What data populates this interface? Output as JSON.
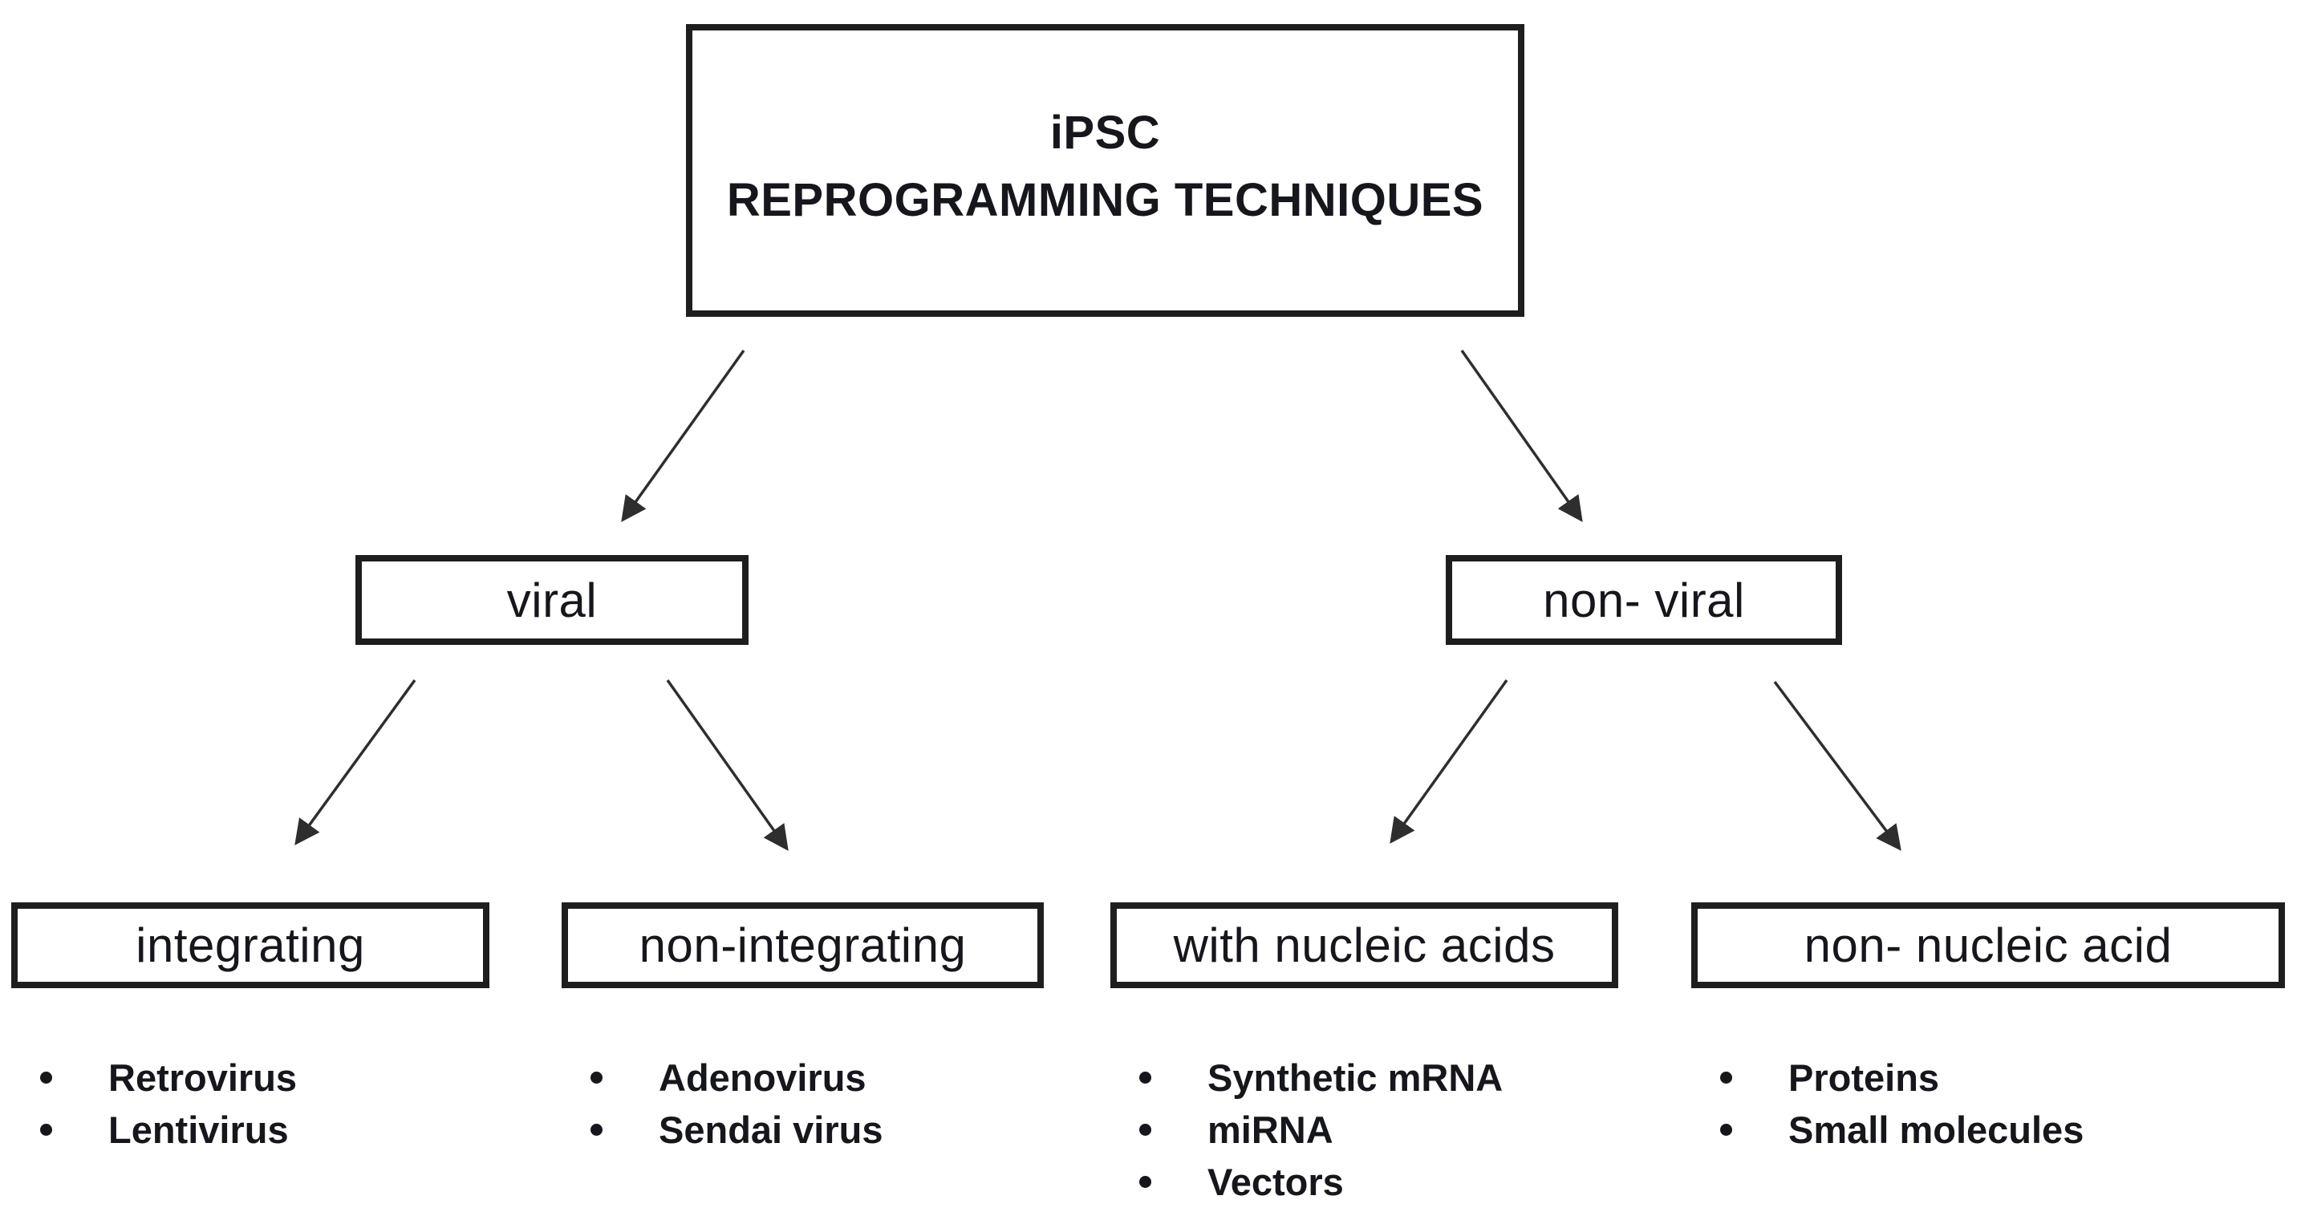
{
  "diagram": {
    "root": {
      "line1": "iPSC",
      "line2": "REPROGRAMMING TECHNIQUES"
    },
    "level2": [
      {
        "label": "viral"
      },
      {
        "label": "non- viral"
      }
    ],
    "level3": [
      {
        "label": "integrating",
        "items": [
          "Retrovirus",
          "Lentivirus"
        ]
      },
      {
        "label": "non-integrating",
        "items": [
          "Adenovirus",
          "Sendai virus"
        ]
      },
      {
        "label": "with nucleic acids",
        "items": [
          "Synthetic mRNA",
          "miRNA",
          "Vectors"
        ]
      },
      {
        "label": "non- nucleic acid",
        "items": [
          "Proteins",
          "Small molecules"
        ]
      }
    ],
    "colors": {
      "background": "#ffffff",
      "box_border": "#1e1e1e",
      "text": "#16161d",
      "arrow": "#2e2e2e"
    }
  }
}
